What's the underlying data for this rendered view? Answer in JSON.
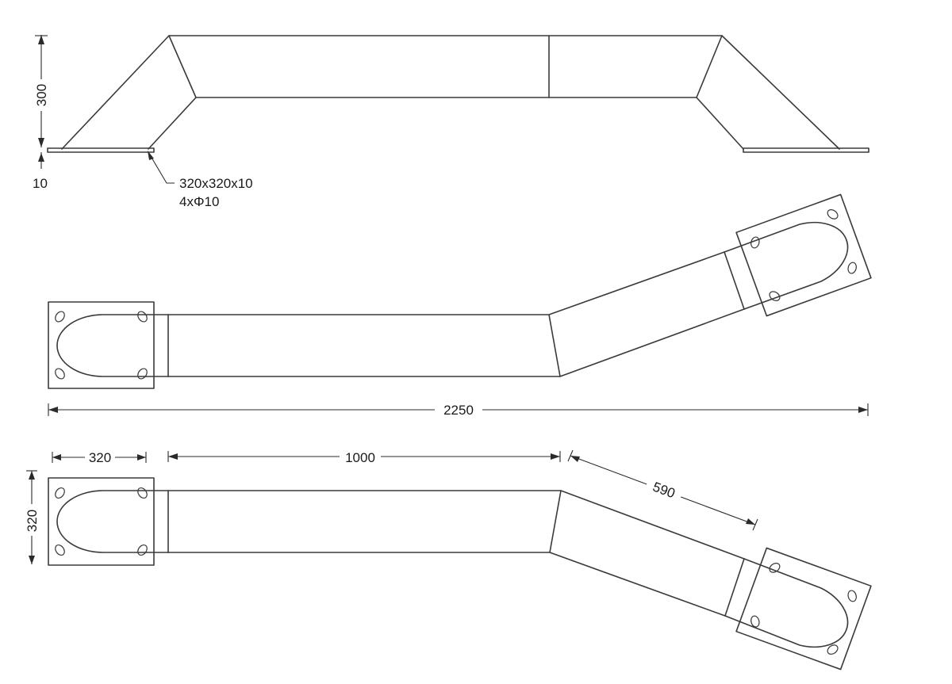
{
  "labels": {
    "height": "300",
    "plate_thickness": "10",
    "plate_spec": "320x320x10",
    "plate_holes": "4xΦ10",
    "total_length": "2250",
    "plate_width": "320",
    "straight_length": "1000",
    "angled_length": "590",
    "plate_height": "320"
  }
}
